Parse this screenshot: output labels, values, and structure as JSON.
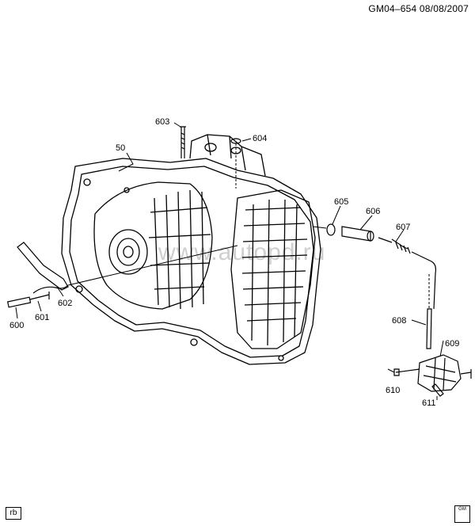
{
  "header": {
    "code": "GM04–654  08/08/2007"
  },
  "watermark": "www.autopd.ru",
  "corner_tag": "rb",
  "logo": {
    "text": "GM",
    "icon": "gm-logo-icon"
  },
  "callouts": {
    "c50": "50",
    "c600": "600",
    "c601": "601",
    "c602": "602",
    "c603": "603",
    "c604": "604",
    "c605": "605",
    "c606": "606",
    "c607": "607",
    "c608": "608",
    "c609": "609",
    "c610": "610",
    "c611": "611"
  }
}
